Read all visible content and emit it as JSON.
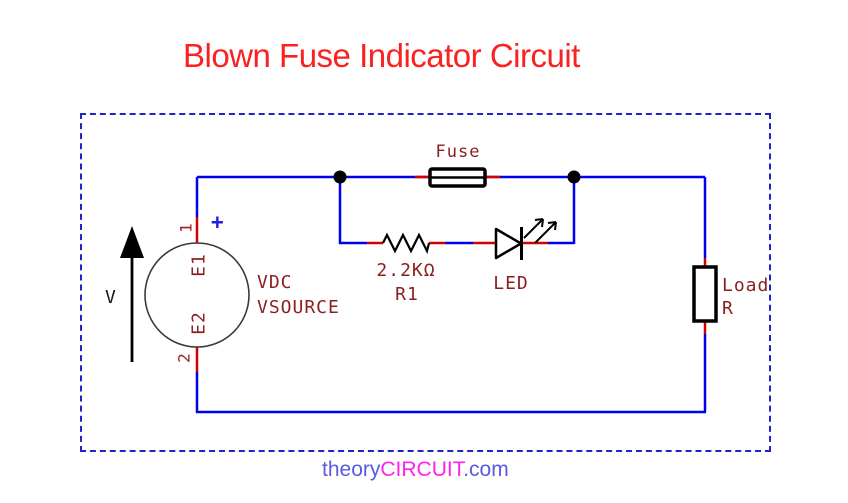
{
  "title": "Blown Fuse Indicator Circuit",
  "watermark": {
    "theory": "theory",
    "circuit": "CIRCUIT",
    "com": ".com"
  },
  "components": {
    "source": {
      "plus": "+",
      "pin1": "1",
      "pin2": "2",
      "e1": "E1",
      "e2": "E2",
      "value": "VDC",
      "name": "VSOURCE",
      "arrow_label": "V"
    },
    "fuse": {
      "label": "Fuse"
    },
    "resistor": {
      "value": "2.2KΩ",
      "ref": "R1"
    },
    "led": {
      "label": "LED"
    },
    "load": {
      "name": "Load",
      "ref": "R"
    }
  },
  "colors": {
    "title_red": "#fb2121",
    "border_blue": "#2222cc",
    "wire_blue": "#0000f0",
    "pin_red": "#d40000",
    "label_dark_red": "#8b1f1f",
    "pin_number_red": "#a32222",
    "plus_blue": "#2222dd",
    "symbol_black": "#000000",
    "watermark_blue": "#5a5ae0",
    "watermark_magenta": "#ff22ee"
  }
}
